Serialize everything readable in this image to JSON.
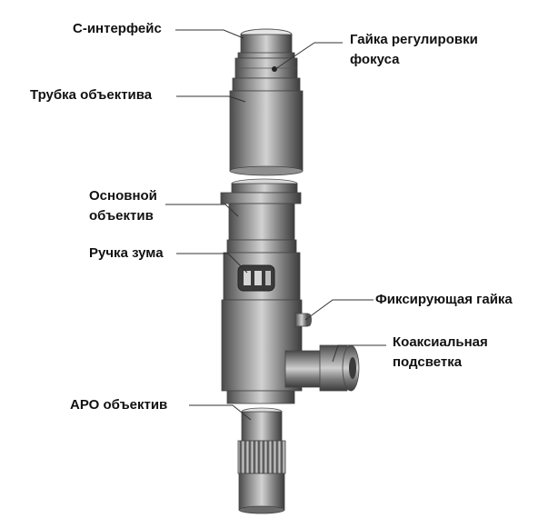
{
  "labels": {
    "c_interface": "С-интерфейс",
    "focus_nut_line1": "Гайка регулировки",
    "focus_nut_line2": "фокуса",
    "objective_tube": "Трубка объектива",
    "main_objective_line1": "Основной",
    "main_objective_line2": "объектив",
    "zoom_knob": "Ручка зума",
    "locking_nut": "Фиксирующая гайка",
    "coaxial_line1": "Коаксиальная",
    "coaxial_line2": "подсветка",
    "apo_objective": "АРО объектив"
  },
  "colors": {
    "text": "#111111",
    "leader": "#333333",
    "metal_dark": "#4a4a4a",
    "metal_light": "#c8c8c8"
  }
}
